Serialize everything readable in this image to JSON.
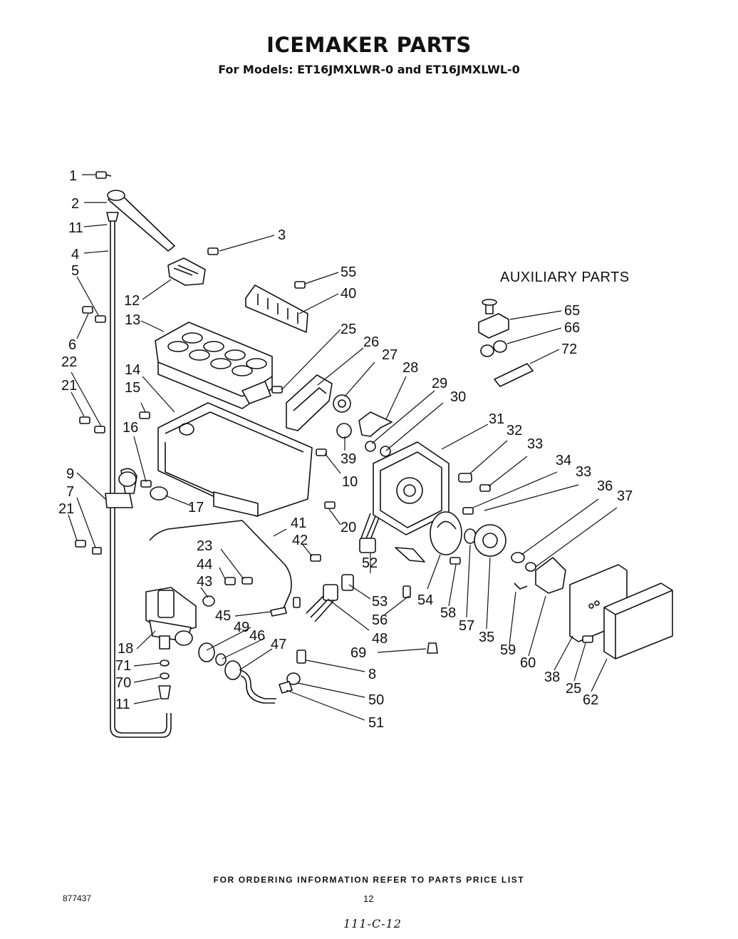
{
  "title": "ICEMAKER PARTS",
  "subtitle": "For Models: ET16JMXLWR-0 and ET16JMXLWL-0",
  "auxiliary_heading": "AUXILIARY PARTS",
  "footer_note": "FOR ORDERING INFORMATION REFER TO PARTS PRICE LIST",
  "doc_number": "877437",
  "page_number": "12",
  "handwritten_note": "111-C-12",
  "callouts": {
    "c1": "1",
    "c2": "2",
    "c11a": "11",
    "c4": "4",
    "c5": "5",
    "c6": "6",
    "c22": "22",
    "c21a": "21",
    "c9": "9",
    "c7": "7",
    "c21b": "21",
    "c18": "18",
    "c71": "71",
    "c70": "70",
    "c11b": "11",
    "c3": "3",
    "c12": "12",
    "c13": "13",
    "c14": "14",
    "c15": "15",
    "c16": "16",
    "c17": "17",
    "c55": "55",
    "c40": "40",
    "c25a": "25",
    "c26": "26",
    "c27": "27",
    "c28": "28",
    "c29": "29",
    "c30": "30",
    "c39": "39",
    "c10": "10",
    "c20": "20",
    "c23": "23",
    "c44": "44",
    "c43": "43",
    "c45": "45",
    "c41": "41",
    "c42": "42",
    "c49": "49",
    "c46": "46",
    "c47": "47",
    "c48": "48",
    "c52": "52",
    "c53": "53",
    "c56": "56",
    "c69": "69",
    "c8": "8",
    "c50": "50",
    "c51": "51",
    "c31": "31",
    "c32": "32",
    "c33a": "33",
    "c34": "34",
    "c33b": "33",
    "c36": "36",
    "c37": "37",
    "c54": "54",
    "c58": "58",
    "c57": "57",
    "c35": "35",
    "c59": "59",
    "c60": "60",
    "c38": "38",
    "c25b": "25",
    "c62": "62",
    "c65": "65",
    "c66": "66",
    "c72": "72"
  }
}
